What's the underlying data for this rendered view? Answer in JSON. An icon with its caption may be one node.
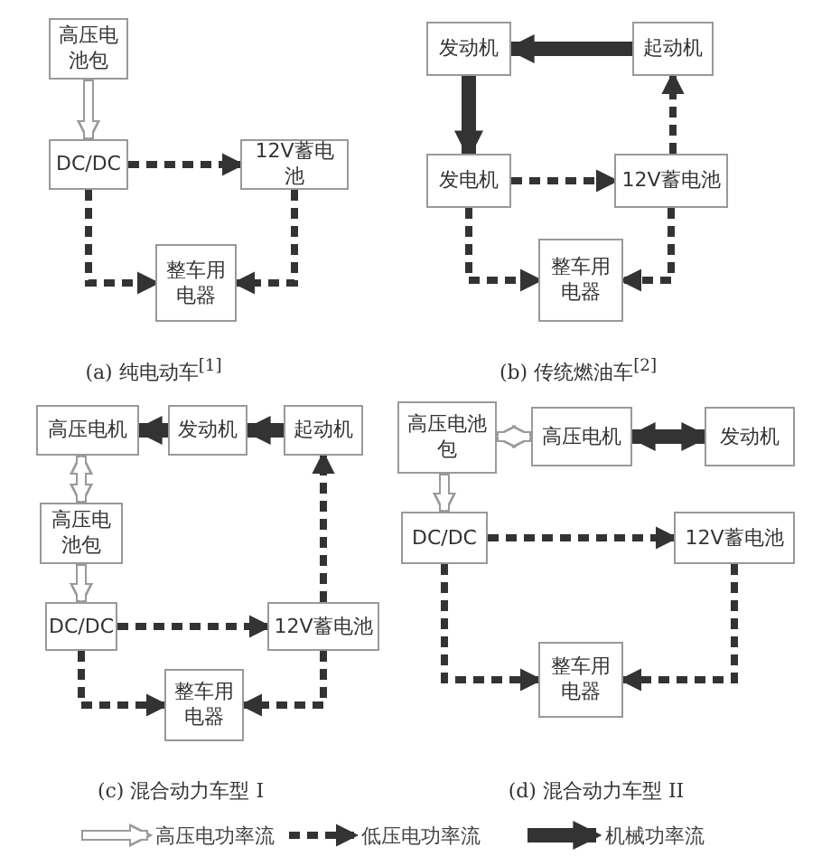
{
  "diagram": {
    "nodes": [
      {
        "text": [
          "高压电池包"
        ]
      },
      {
        "text": [
          "DC/DC"
        ]
      },
      {
        "text": [
          "12V蓄电池"
        ]
      },
      {
        "text": [
          "整车用电器"
        ]
      },
      {
        "text": [
          "发动机"
        ]
      },
      {
        "text": [
          "起动机"
        ]
      },
      {
        "text": [
          "发电机"
        ]
      },
      {
        "text": [
          "12V蓄电池"
        ]
      },
      {
        "text": [
          "整车用电器"
        ]
      },
      {
        "text": [
          "高压电机"
        ]
      },
      {
        "text": [
          "发动机"
        ]
      },
      {
        "text": [
          "起动机"
        ]
      },
      {
        "text": [
          "高压电池包"
        ]
      },
      {
        "text": [
          "DC/DC"
        ]
      },
      {
        "text": [
          "12V蓄电池"
        ]
      },
      {
        "text": [
          "整车用电器"
        ]
      },
      {
        "text": [
          "高压电池包"
        ]
      },
      {
        "text": [
          "高压电机"
        ]
      },
      {
        "text": [
          "发动机"
        ]
      },
      {
        "text": [
          "DC/DC"
        ]
      },
      {
        "text": [
          "12V蓄电池"
        ]
      },
      {
        "text": [
          "整车用电器"
        ]
      }
    ],
    "edges": [
      {
        "from": 0,
        "to": 1,
        "arrow": "to",
        "color": "#999999"
      },
      {
        "from": 1,
        "to": 2,
        "arrow": "to",
        "style": "dashed"
      },
      {
        "from": 1,
        "to": 3,
        "arrow": "to",
        "style": "dashed"
      },
      {
        "from": 2,
        "to": 3,
        "arrow": "to",
        "style": "dashed"
      },
      {
        "from": 5,
        "to": 4,
        "arrow": "to",
        "style": "thick"
      },
      {
        "from": 4,
        "to": 6,
        "arrow": "to",
        "style": "thick"
      },
      {
        "from": 6,
        "to": 7,
        "arrow": "to",
        "style": "dashed"
      },
      {
        "from": 7,
        "to": 5,
        "arrow": "to",
        "style": "dashed"
      },
      {
        "from": 6,
        "to": 8,
        "arrow": "to",
        "style": "dashed"
      },
      {
        "from": 7,
        "to": 8,
        "arrow": "to",
        "style": "dashed"
      },
      {
        "from": 11,
        "to": 10,
        "arrow": "to",
        "style": "thick"
      },
      {
        "from": 10,
        "to": 9,
        "arrow": "to",
        "style": "thick"
      },
      {
        "from": 9,
        "to": 12,
        "arrow": "both",
        "color": "#999999"
      },
      {
        "from": 12,
        "to": 13,
        "arrow": "to",
        "color": "#999999"
      },
      {
        "from": 13,
        "to": 14,
        "arrow": "to",
        "style": "dashed"
      },
      {
        "from": 14,
        "to": 11,
        "arrow": "to",
        "style": "dashed"
      },
      {
        "from": 13,
        "to": 15,
        "arrow": "to",
        "style": "dashed"
      },
      {
        "from": 14,
        "to": 15,
        "arrow": "to",
        "style": "dashed"
      },
      {
        "from": 16,
        "to": 17,
        "arrow": "both",
        "color": "#999999"
      },
      {
        "from": 17,
        "to": 18,
        "arrow": "both",
        "style": "thick"
      },
      {
        "from": 16,
        "to": 19,
        "arrow": "to",
        "color": "#999999"
      },
      {
        "from": 19,
        "to": 20,
        "arrow": "to",
        "style": "dashed"
      },
      {
        "from": 19,
        "to": 21,
        "arrow": "to",
        "style": "dashed"
      },
      {
        "from": 20,
        "to": 21,
        "arrow": "to",
        "style": "dashed"
      }
    ],
    "labels": [
      "(a) 纯电动车$^{[1]}$",
      "(b) 传统燃油车$^{[2]}$",
      "(c) 混合动力车型 I",
      "(d) 混合动力车型 II"
    ],
    "legend": [
      {
        "text": "高压电功率流"
      },
      {
        "text": "低压电功率流"
      },
      {
        "text": "机械功率流"
      }
    ]
  }
}
